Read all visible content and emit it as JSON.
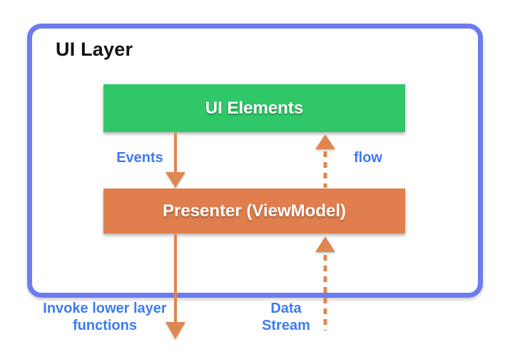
{
  "colors": {
    "frame-blue": "#6E7BF0",
    "box-green": "#2FC767",
    "box-orange": "#E07E4D",
    "arrow-orange": "#E08650",
    "label-blue": "#3E7BF0",
    "title-black": "#121214"
  },
  "diagram": {
    "frame_title": "UI Layer",
    "ui_elements_box": {
      "label": "UI Elements"
    },
    "presenter_box": {
      "label": "Presenter (ViewModel)"
    },
    "arrows": {
      "events": {
        "label": "Events",
        "style": "solid",
        "direction": "down"
      },
      "flow": {
        "label": "flow",
        "style": "dashed",
        "direction": "up"
      },
      "invoke": {
        "label": "Invoke lower layer functions",
        "style": "solid",
        "direction": "down"
      },
      "data_stream": {
        "label": "Data Stream",
        "style": "dashed",
        "direction": "up"
      }
    }
  }
}
